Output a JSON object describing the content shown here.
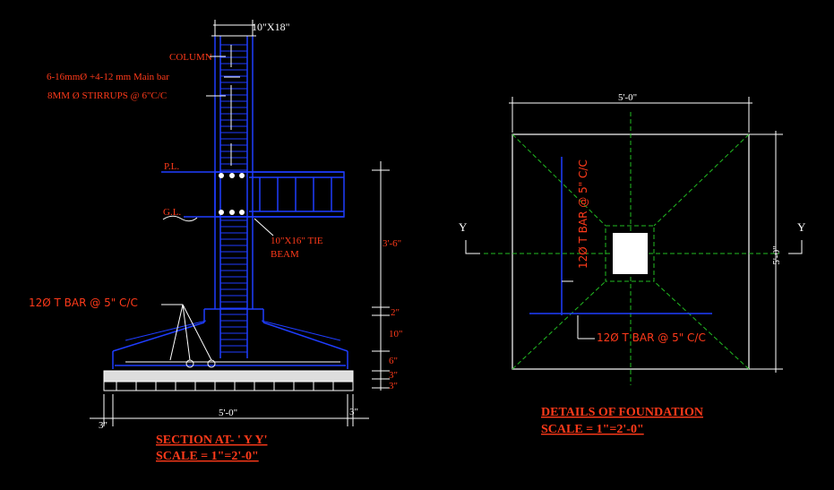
{
  "section": {
    "column_size": "10\"X18\"",
    "column_label": "COLUMN",
    "main_bar": "6-16mmØ  +4-12 mm Main bar",
    "stirrups": "8MM Ø   STIRRUPS @ 6\"C/C",
    "pl_label": "P.L.",
    "gl_label": "G.L.",
    "tie_beam_1": "10\"X16\" TIE",
    "tie_beam_2": "BEAM",
    "dim_3_6": "3'-6\"",
    "dim_2": "2\"",
    "dim_10": "10\"",
    "dim_6": "6\"",
    "dim_3a": "3\"",
    "dim_3b": "3\"",
    "bar_note": "12Ø T BAR   @ 5\" C/C",
    "dim_width": "5'-0\"",
    "dim_left_3": "3\"",
    "dim_right_3": "3\"",
    "title": "SECTION AT- ' Y Y'",
    "scale": "SCALE = 1\"=2'-0\""
  },
  "plan": {
    "dim_top": "5'-0\"",
    "dim_right": "5'-0\"",
    "y_left": "Y",
    "y_right": "Y",
    "bar_vertical": "12Ø  T BAR  @ 5\" C/C",
    "bar_horizontal": "12Ø T BAR    @ 5\" C/C",
    "title": "DETAILS OF FOUNDATION",
    "scale": "SCALE = 1\"=2'-0\""
  },
  "colors": {
    "background": "#000000",
    "outline": "#ffffff",
    "rebar": "#1f3dff",
    "text_red": "#ff3a1a",
    "centerline": "#22bb22",
    "title_red": "#ff3a1a"
  }
}
